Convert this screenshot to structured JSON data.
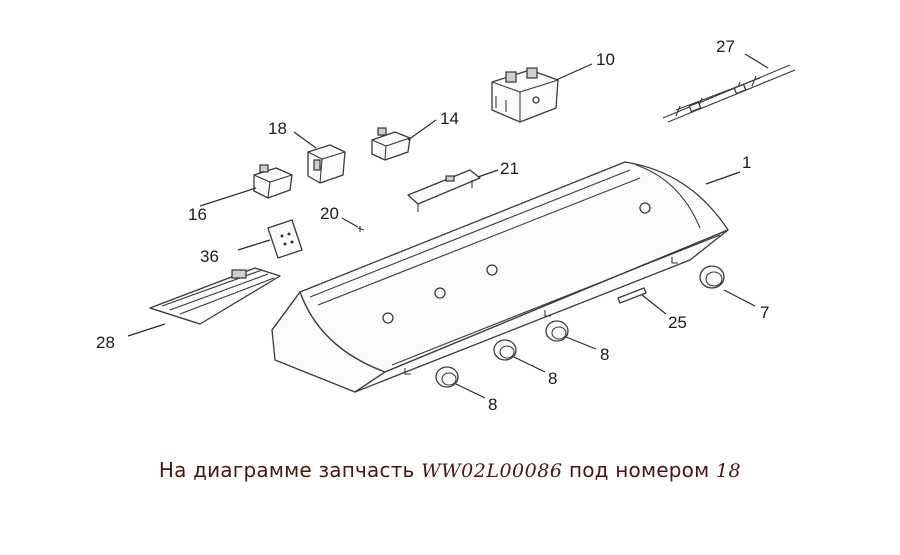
{
  "callouts": {
    "c1": "1",
    "c7": "7",
    "c8a": "8",
    "c8b": "8",
    "c8c": "8",
    "c10": "10",
    "c14": "14",
    "c16": "16",
    "c18": "18",
    "c20": "20",
    "c21": "21",
    "c25": "25",
    "c27": "27",
    "c28": "28",
    "c36": "36"
  },
  "caption": {
    "prefix": "На диаграмме запчасть",
    "part_number": "WW02L00086",
    "middle": "под номером",
    "position_number": "18"
  }
}
